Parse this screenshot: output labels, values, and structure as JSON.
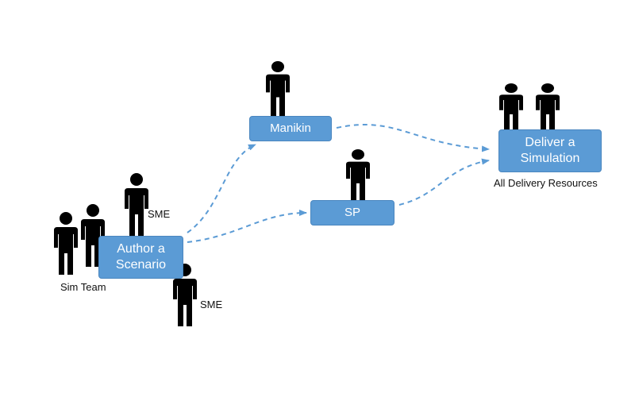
{
  "nodes": {
    "author": "Author a\nScenario",
    "manikin": "Manikin",
    "sp": "SP",
    "deliver": "Deliver a\nSimulation"
  },
  "labels": {
    "sme_top": "SME",
    "sme_bottom": "SME",
    "sim_team": "Sim Team",
    "delivery_resources": "All Delivery Resources"
  },
  "colors": {
    "node_fill": "#5b9bd5",
    "arrow": "#5b9bd5",
    "person": "#000000"
  }
}
